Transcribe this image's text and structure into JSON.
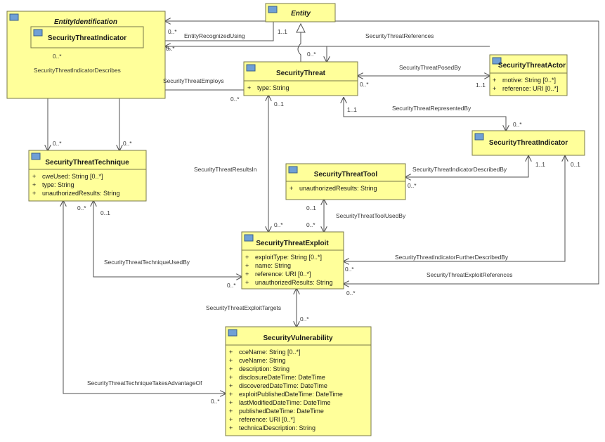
{
  "colors": {
    "class_fill": "#ffff9a",
    "class_stroke": "#7a7a4a",
    "icon_fill": "#6fa0d6",
    "edge": "#505050"
  },
  "classes": {
    "entity_identification": {
      "name": "EntityIdentification",
      "attrs": []
    },
    "entity": {
      "name": "Entity",
      "attrs": []
    },
    "sti_inner": {
      "name": "SecurityThreatIndicator",
      "attrs": []
    },
    "security_threat": {
      "name": "SecurityThreat",
      "attrs": [
        {
          "vis": "+",
          "text": "type: String"
        }
      ]
    },
    "threat_actor": {
      "name": "SecurityThreatActor",
      "attrs": [
        {
          "vis": "+",
          "text": "motive: String [0..*]"
        },
        {
          "vis": "+",
          "text": "reference: URI [0..*]"
        }
      ]
    },
    "threat_indicator": {
      "name": "SecurityThreatIndicator",
      "attrs": []
    },
    "threat_technique": {
      "name": "SecurityThreatTechnique",
      "attrs": [
        {
          "vis": "+",
          "text": "cweUsed: String [0..*]"
        },
        {
          "vis": "+",
          "text": "type: String"
        },
        {
          "vis": "+",
          "text": "unauthorizedResults: String"
        }
      ]
    },
    "threat_tool": {
      "name": "SecurityThreatTool",
      "attrs": [
        {
          "vis": "+",
          "text": "unauthorizedResults: String"
        }
      ]
    },
    "threat_exploit": {
      "name": "SecurityThreatExploit",
      "attrs": [
        {
          "vis": "+",
          "text": "exploitType: String [0..*]"
        },
        {
          "vis": "+",
          "text": "name: String"
        },
        {
          "vis": "+",
          "text": "reference: URI [0..*]"
        },
        {
          "vis": "+",
          "text": "unauthorizedResults: String"
        }
      ]
    },
    "vulnerability": {
      "name": "SecurityVulnerability",
      "attrs": [
        {
          "vis": "+",
          "text": "cceName: String [0..*]"
        },
        {
          "vis": "+",
          "text": "cveName: String"
        },
        {
          "vis": "+",
          "text": "description: String"
        },
        {
          "vis": "+",
          "text": "disclosureDateTime: DateTime"
        },
        {
          "vis": "+",
          "text": "discoveredDateTime: DateTime"
        },
        {
          "vis": "+",
          "text": "exploitPublishedDateTime: DateTime"
        },
        {
          "vis": "+",
          "text": "lastModifiedDateTime: DateTime"
        },
        {
          "vis": "+",
          "text": "publishedDateTime: DateTime"
        },
        {
          "vis": "+",
          "text": "reference: URI [0..*]"
        },
        {
          "vis": "+",
          "text": "technicalDescription: String"
        }
      ]
    }
  },
  "labels": {
    "entity_recognized_using": "EntityRecognizedUsing",
    "security_threat_references": "SecurityThreatReferences",
    "sti_describes": "SecurityThreatIndicatorDescribes",
    "security_threat_employs": "SecurityThreatEmploys",
    "threat_posed_by": "SecurityThreatPosedBy",
    "threat_represented_by": "SecurityThreatRepresentedBy",
    "threat_results_in": "SecurityThreatResultsIn",
    "indicator_described_by": "SecurityThreatIndicatorDescribedBy",
    "tool_used_by": "SecurityThreatToolUsedBy",
    "technique_used_by": "SecurityThreatTechniqueUsedBy",
    "indicator_further_described_by": "SecurityThreatIndicatorFurtherDescribedBy",
    "exploit_references": "SecurityThreatExploitReferences",
    "exploit_targets": "SecurityThreatExploitTargets",
    "technique_takes_advantage_of": "SecurityThreatTechniqueTakesAdvantageOf"
  },
  "multiplicities": {
    "m1": "1..1",
    "m2": "0..*",
    "m3": "0..*",
    "m4": "0..*",
    "m5": "0..*",
    "m6": "0..*",
    "m7": "1..1",
    "m8": "0..*",
    "m9": "0..1",
    "m10": "1..1",
    "m11": "0..*",
    "m12": "0..*",
    "m13": "0..*",
    "m14": "0..*",
    "m15": "0..1",
    "m16": "1..1",
    "m17": "0..*",
    "m18": "0..1",
    "m19": "0..1",
    "m20": "0..*",
    "m21": "0..*",
    "m22": "0..*",
    "m23": "0..*",
    "m24": "0..*",
    "m25": "0..*",
    "m26": "0..*"
  }
}
